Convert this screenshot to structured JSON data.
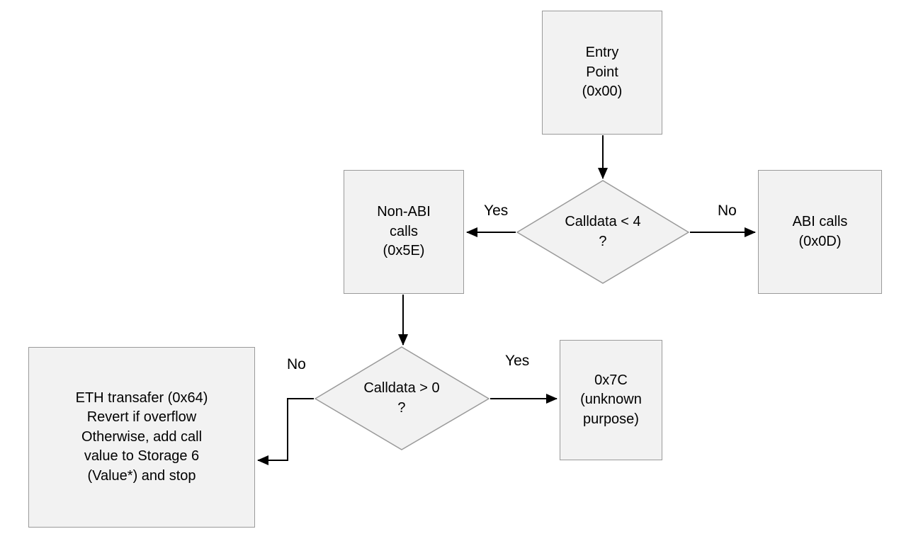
{
  "nodes": {
    "entry": {
      "label": "Entry\nPoint\n(0x00)"
    },
    "non_abi": {
      "label": "Non-ABI\ncalls\n(0x5E)"
    },
    "abi": {
      "label": "ABI calls\n(0x0D)"
    },
    "unknown": {
      "label": "0x7C\n(unknown\npurpose)"
    },
    "eth": {
      "label": "ETH transafer (0x64)\nRevert if overflow\nOtherwise, add call\nvalue to Storage 6\n(Value*) and stop"
    }
  },
  "decisions": {
    "calldata_lt_4": {
      "label": "Calldata < 4\n?"
    },
    "calldata_gt_0": {
      "label": "Calldata > 0\n?"
    }
  },
  "edge_labels": {
    "lt4_yes": "Yes",
    "lt4_no": "No",
    "gt0_yes": "Yes",
    "gt0_no": "No"
  },
  "colors": {
    "node_fill": "#f2f2f2",
    "node_border": "#9a9a9a",
    "edge_color": "#000000",
    "text_color": "#000000",
    "bg_color": "#ffffff"
  }
}
